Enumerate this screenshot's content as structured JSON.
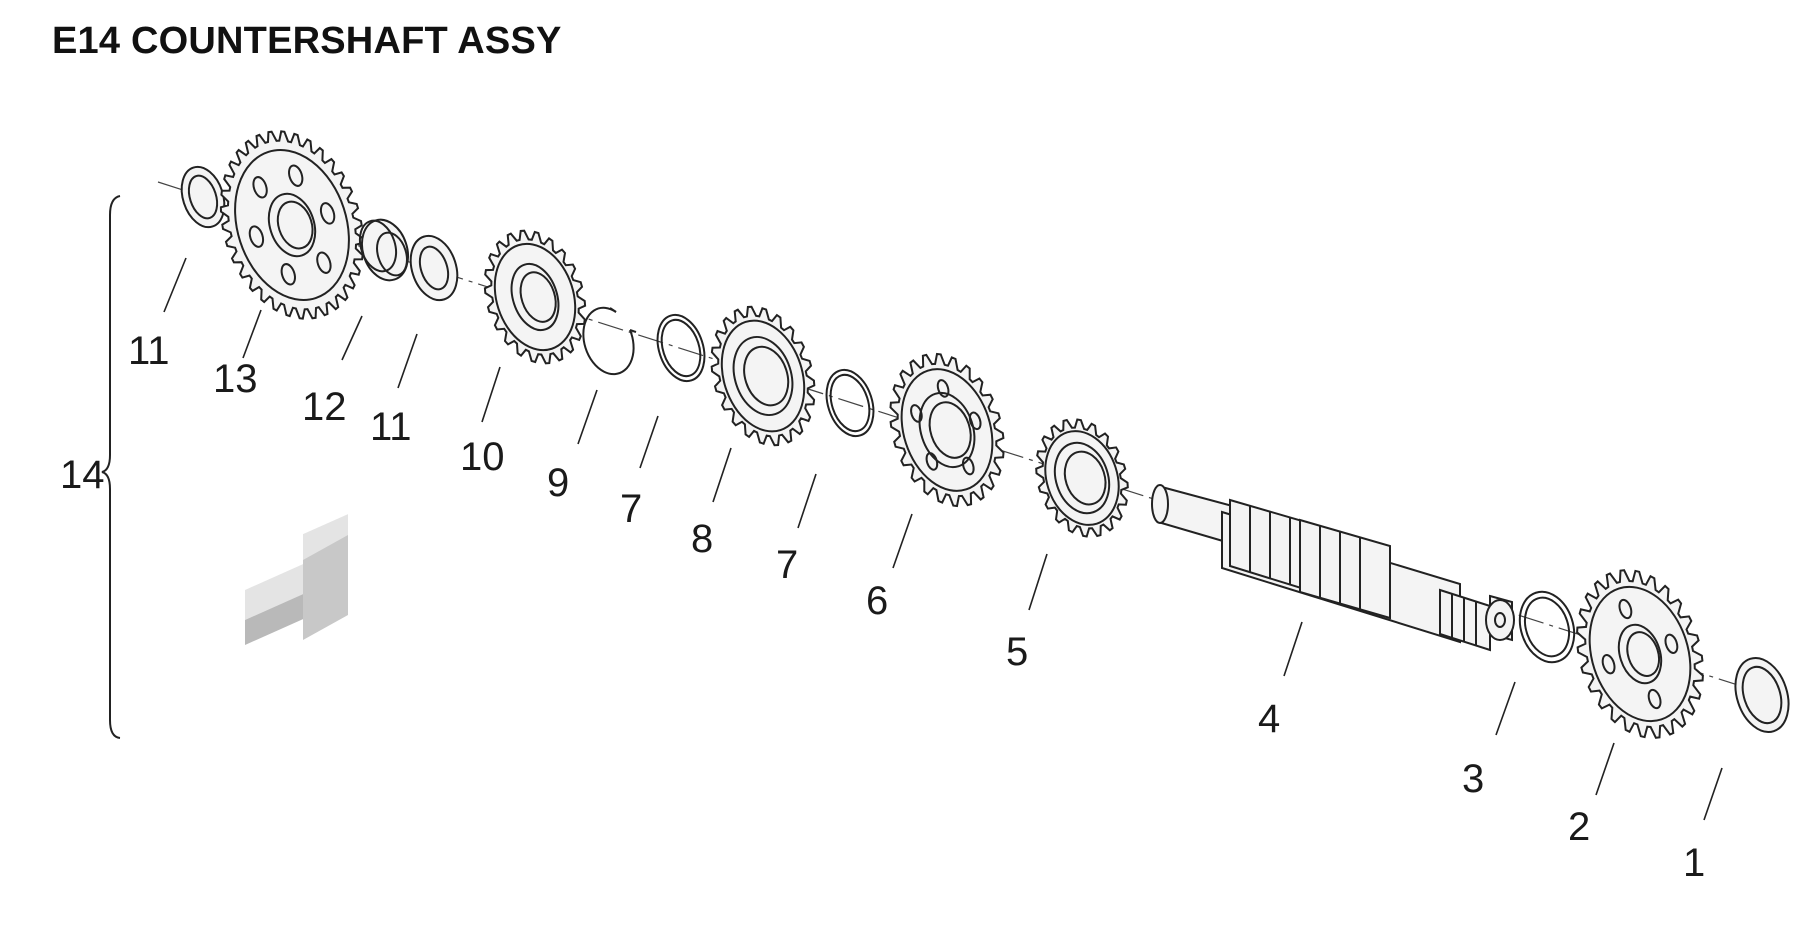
{
  "title": "E14 COUNTERSHAFT ASSY",
  "callouts": [
    {
      "id": "c-11a",
      "label": "11"
    },
    {
      "id": "c-13",
      "label": "13"
    },
    {
      "id": "c-12",
      "label": "12"
    },
    {
      "id": "c-11b",
      "label": "11"
    },
    {
      "id": "c-10",
      "label": "10"
    },
    {
      "id": "c-9",
      "label": "9"
    },
    {
      "id": "c-7a",
      "label": "7"
    },
    {
      "id": "c-8",
      "label": "8"
    },
    {
      "id": "c-7b",
      "label": "7"
    },
    {
      "id": "c-6",
      "label": "6"
    },
    {
      "id": "c-5",
      "label": "5"
    },
    {
      "id": "c-4",
      "label": "4"
    },
    {
      "id": "c-3",
      "label": "3"
    },
    {
      "id": "c-2",
      "label": "2"
    },
    {
      "id": "c-1",
      "label": "1"
    },
    {
      "id": "c-14",
      "label": "14"
    }
  ],
  "colors": {
    "line": "#222222",
    "part_fill": "#f4f4f4",
    "arrow_light": "#e4e4e4",
    "arrow_dark": "#b9b9b9"
  },
  "icons": [
    "direction-arrow-icon"
  ]
}
